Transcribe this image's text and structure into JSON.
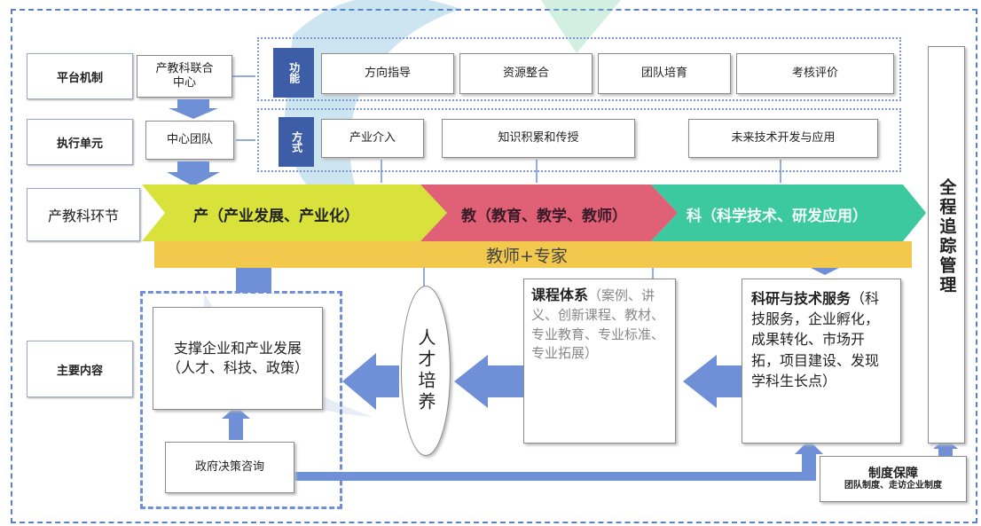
{
  "rows": {
    "platform": "平台机制",
    "execution": "执行单元",
    "stages": "产教科环节",
    "content": "主要内容"
  },
  "platform_row": {
    "center": "产教科联合中心",
    "tag": "功能",
    "items": [
      "方向指导",
      "资源整合",
      "团队培育",
      "考核评价"
    ]
  },
  "execution_row": {
    "team": "中心团队",
    "tag": "方式",
    "items": [
      "产业介入",
      "知识积累和传授",
      "未来技术开发与应用"
    ]
  },
  "stages": {
    "industry": "产（产业发展、产业化）",
    "education": "教（教育、教学、教师）",
    "science": "科（科学技术、研发应用）"
  },
  "band": "教师+专家",
  "full_tracking": "全程追踪管理",
  "content": {
    "support": "支撑企业和产业发展（人才、科技、政策）",
    "gov": "政府决策咨询",
    "talent": "人才培养",
    "curriculum_head": "课程体系",
    "curriculum_body": "（案例、讲义、创新课程、教材、专业教育、专业标准、专业拓展）",
    "research_head": "科研与技术服务",
    "research_body": "（科技服务，企业孵化，成果转化、市场开拓，项目建设、发现学科生长点）",
    "system_head": "制度保障",
    "system_body": "团队制度、走访企业制度"
  },
  "colors": {
    "stage_industry": "#d9e23a",
    "stage_education": "#e06075",
    "stage_science": "#3cc9a0",
    "band": "#f2c94c",
    "arrow": "#6f8fd6",
    "tag": "#3d5ea6"
  }
}
